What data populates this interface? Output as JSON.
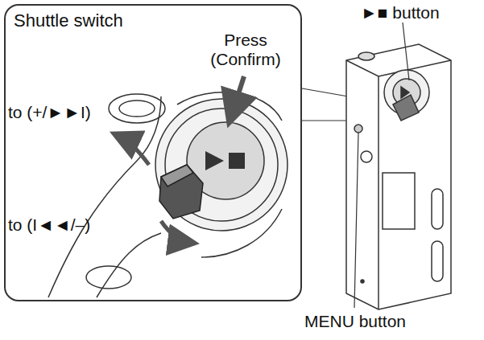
{
  "diagram": {
    "nodes": [
      {
        "text": [
          "Shuttle switch"
        ]
      }
    ],
    "labels": [
      "►■ button",
      "Press (Confirm)",
      "to (+/►►I)",
      "to (I◄◄/–)",
      "MENU button"
    ]
  }
}
